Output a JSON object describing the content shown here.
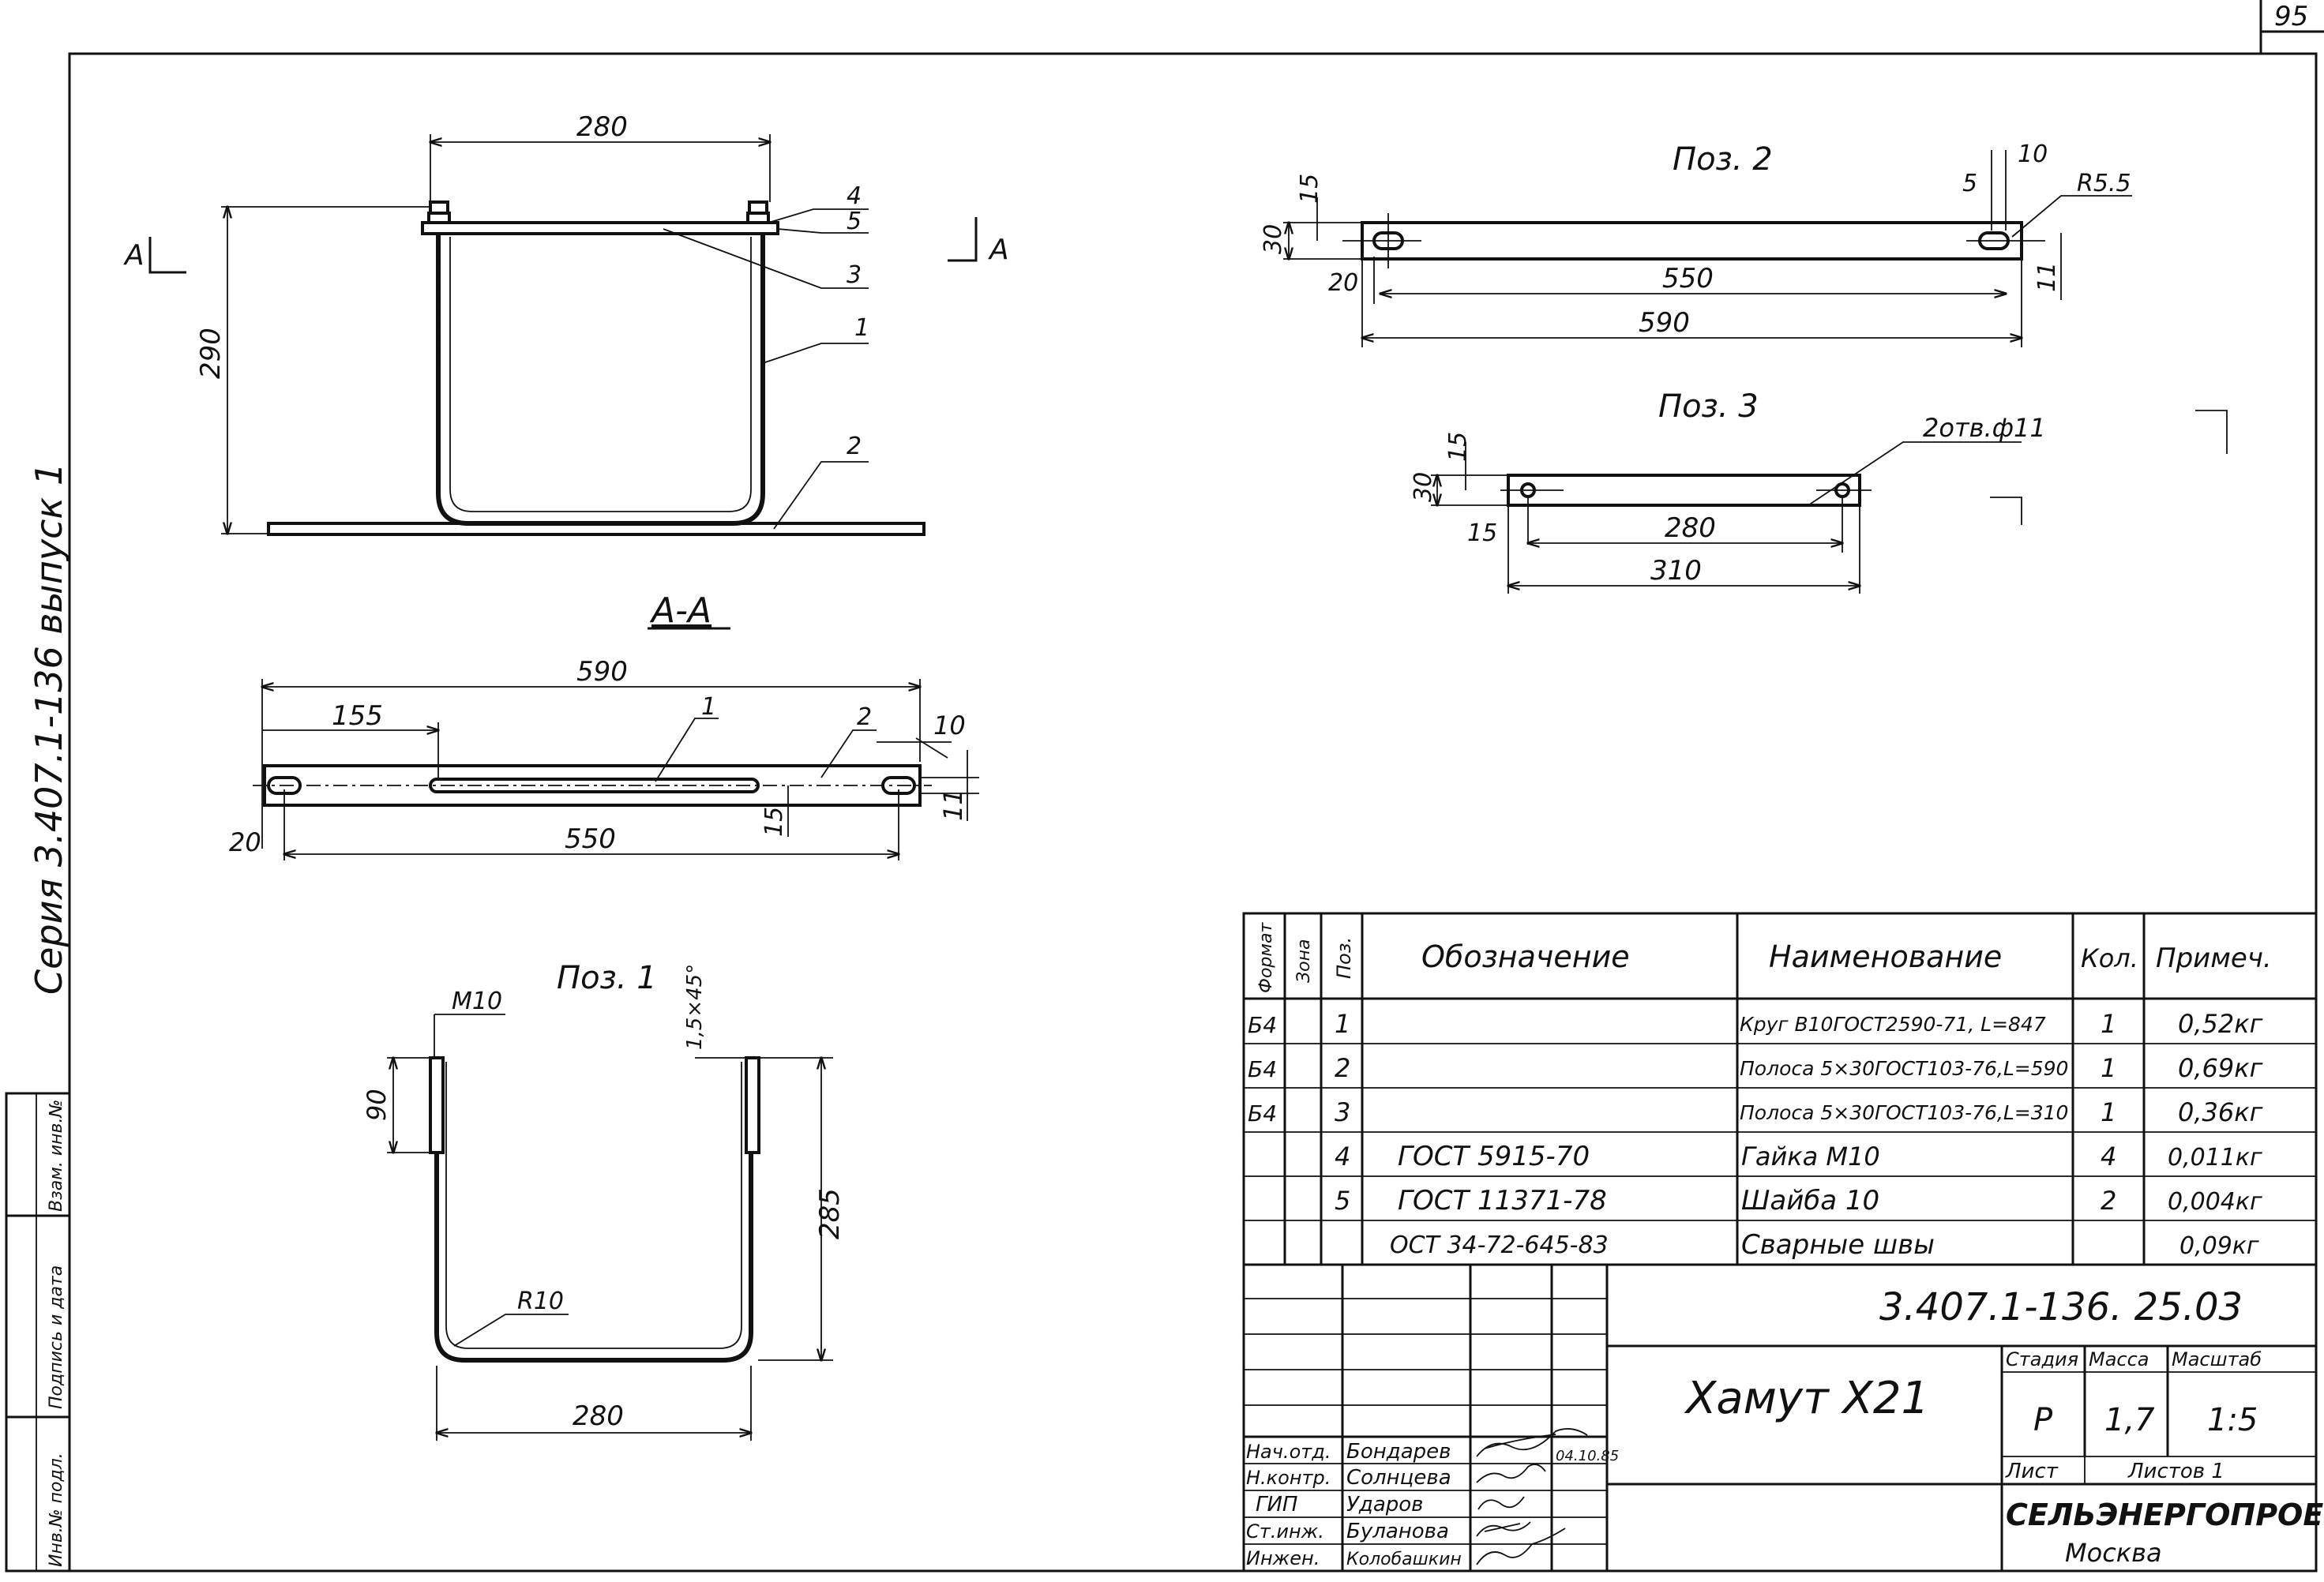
{
  "sheet_number": "95",
  "side_stamp": "Серия 3.407.1-136 выпуск 1",
  "side_boxes": [
    "Инв.№ подл.",
    "Подпись и дата",
    "Взам. инв.№"
  ],
  "views": {
    "main": {
      "dim_width": "280",
      "dim_height": "290",
      "section_mark": "А",
      "callouts": [
        "4",
        "5",
        "3",
        "1",
        "2"
      ]
    },
    "section_aa": {
      "title": "А-А",
      "dims": {
        "overall": "590",
        "left": "155",
        "bottom": "550",
        "edge": "20",
        "hole_w": "10",
        "hole_h": "11",
        "offset": "15"
      },
      "callouts": [
        "1",
        "2"
      ]
    },
    "pos1": {
      "title": "Поз. 1",
      "thread": "М10",
      "chamfer": "1,5×45°",
      "thread_len": "90",
      "height": "285",
      "radius": "R10",
      "width": "280"
    },
    "pos2": {
      "title": "Поз. 2",
      "dims": {
        "height": "30",
        "half": "15",
        "edge": "20",
        "inner": "550",
        "overall": "590",
        "slot": "10",
        "slot_off": "5",
        "radius": "R5.5",
        "hole": "11"
      }
    },
    "pos3": {
      "title": "Поз. 3",
      "dims": {
        "height": "30",
        "half": "15",
        "edge": "15",
        "inner": "280",
        "overall": "310"
      },
      "holes": "2отв.ф11"
    }
  },
  "spec_table": {
    "headers": [
      "Формат",
      "Зона",
      "Поз.",
      "Обозначение",
      "Наименование",
      "Кол.",
      "Примеч."
    ],
    "rows": [
      {
        "format": "Б4",
        "zone": "",
        "pos": "1",
        "designation": "",
        "name": "Круг В10ГОСТ2590-71, L=847",
        "qty": "1",
        "note": "0,52кг"
      },
      {
        "format": "Б4",
        "zone": "",
        "pos": "2",
        "designation": "",
        "name": "Полоса 5×30ГОСТ103-76,L=590",
        "qty": "1",
        "note": "0,69кг"
      },
      {
        "format": "Б4",
        "zone": "",
        "pos": "3",
        "designation": "",
        "name": "Полоса 5×30ГОСТ103-76,L=310",
        "qty": "1",
        "note": "0,36кг"
      },
      {
        "format": "",
        "zone": "",
        "pos": "4",
        "designation": "ГОСТ 5915-70",
        "name": "Гайка М10",
        "qty": "4",
        "note": "0,011кг"
      },
      {
        "format": "",
        "zone": "",
        "pos": "5",
        "designation": "ГОСТ 11371-78",
        "name": "Шайба 10",
        "qty": "2",
        "note": "0,004кг"
      },
      {
        "format": "",
        "zone": "",
        "pos": "",
        "designation": "ОСТ 34-72-645-83",
        "name": "Сварные швы",
        "qty": "",
        "note": "0,09кг"
      }
    ]
  },
  "title_block": {
    "doc_code": "3.407.1-136. 25.03",
    "product_name": "Хамут Х21",
    "stage_header": "Стадия",
    "mass_header": "Масса",
    "scale_header": "Масштаб",
    "stage": "Р",
    "mass": "1,7",
    "scale": "1:5",
    "sheet_label": "Лист",
    "sheets_label": "Листов 1",
    "organization": "СЕЛЬЭНЕРГОПРОЕКТ",
    "city": "Москва",
    "date": "04.10.85",
    "signatures": [
      {
        "role": "Нач.отд.",
        "name": "Бондарев"
      },
      {
        "role": "Н.контр.",
        "name": "Солнцева"
      },
      {
        "role": "ГИП",
        "name": "Ударов"
      },
      {
        "role": "Ст.инж.",
        "name": "Буланова"
      },
      {
        "role": "Инжен.",
        "name": "Колобашкин"
      }
    ]
  }
}
